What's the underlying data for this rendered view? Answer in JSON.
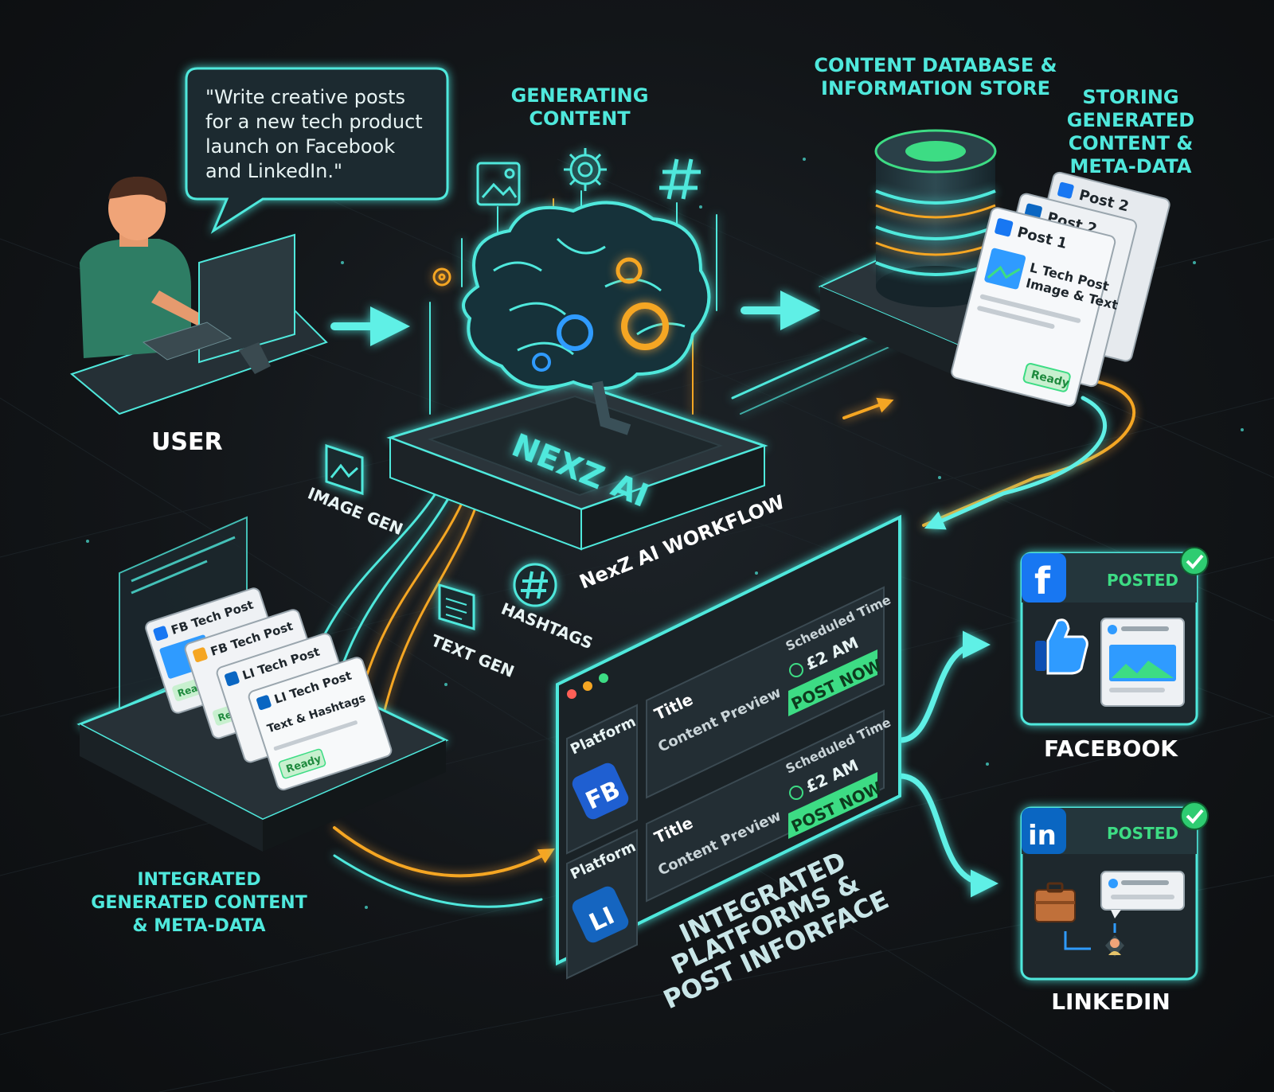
{
  "colors": {
    "cyan": "#4fe8dc",
    "green": "#3ddc84",
    "orange": "#f5a623",
    "blue": "#2f9bff",
    "panel": "#1e262c",
    "facebook": "#1877f2",
    "linkedin": "#0a66c2"
  },
  "user": {
    "label": "USER",
    "prompt_lines": [
      "\"Write creative posts",
      "for a new tech product",
      "launch on Facebook",
      "and LinkedIn.\""
    ]
  },
  "generating": {
    "label_lines": [
      "GENERATING",
      "CONTENT"
    ],
    "icons": [
      "image-icon",
      "gear-icon",
      "hashtag-icon"
    ]
  },
  "ai_core": {
    "name": "NEXZ AI",
    "workflow_label": "NexZ AI WORKFLOW",
    "module_labels": [
      "IMAGE GEN",
      "HASHTAGS",
      "TEXT GEN"
    ]
  },
  "database": {
    "title_lines": [
      "CONTENT DATABASE &",
      "INFORMATION STORE"
    ],
    "storing_lines": [
      "STORING",
      "GENERATED",
      "CONTENT &",
      "META-DATA"
    ],
    "cards": [
      {
        "title": "Post 2"
      },
      {
        "title": "Post 2"
      },
      {
        "title": "Post 1",
        "body_lines": [
          "L Tech Post",
          "Image & Text"
        ],
        "status": "Ready"
      }
    ]
  },
  "integrated": {
    "label_lines": [
      "INTEGRATED",
      "GENERATED CONTENT",
      "& META-DATA"
    ],
    "cards": [
      {
        "title": "FB Tech Post",
        "status": "Ready"
      },
      {
        "title": "FB Tech Post",
        "status": "Ready"
      },
      {
        "title": "LI Tech Post",
        "status": ""
      },
      {
        "title": "LI Tech Post",
        "body": "Text & Hashtags",
        "status": "Ready"
      }
    ]
  },
  "post_interface": {
    "label_lines": [
      "INTEGRATED",
      "PLATFORMS &",
      "POST INFORFACE"
    ],
    "rows": [
      {
        "platform_label": "Platform",
        "platform_code": "FB",
        "title": "Title",
        "preview": "Content Preview",
        "time_label": "Scheduled Time",
        "time": "£2 AM",
        "button": "POST NOW"
      },
      {
        "platform_label": "Platform",
        "platform_code": "LI",
        "title": "Title",
        "preview": "Content Preview",
        "time_label": "Scheduled Time",
        "time": "£2 AM",
        "button": "POST NOW"
      }
    ]
  },
  "outputs": [
    {
      "name": "FACEBOOK",
      "badge": "POSTED",
      "logo": "f"
    },
    {
      "name": "LINKEDIN",
      "badge": "POSTED",
      "logo": "in"
    }
  ]
}
